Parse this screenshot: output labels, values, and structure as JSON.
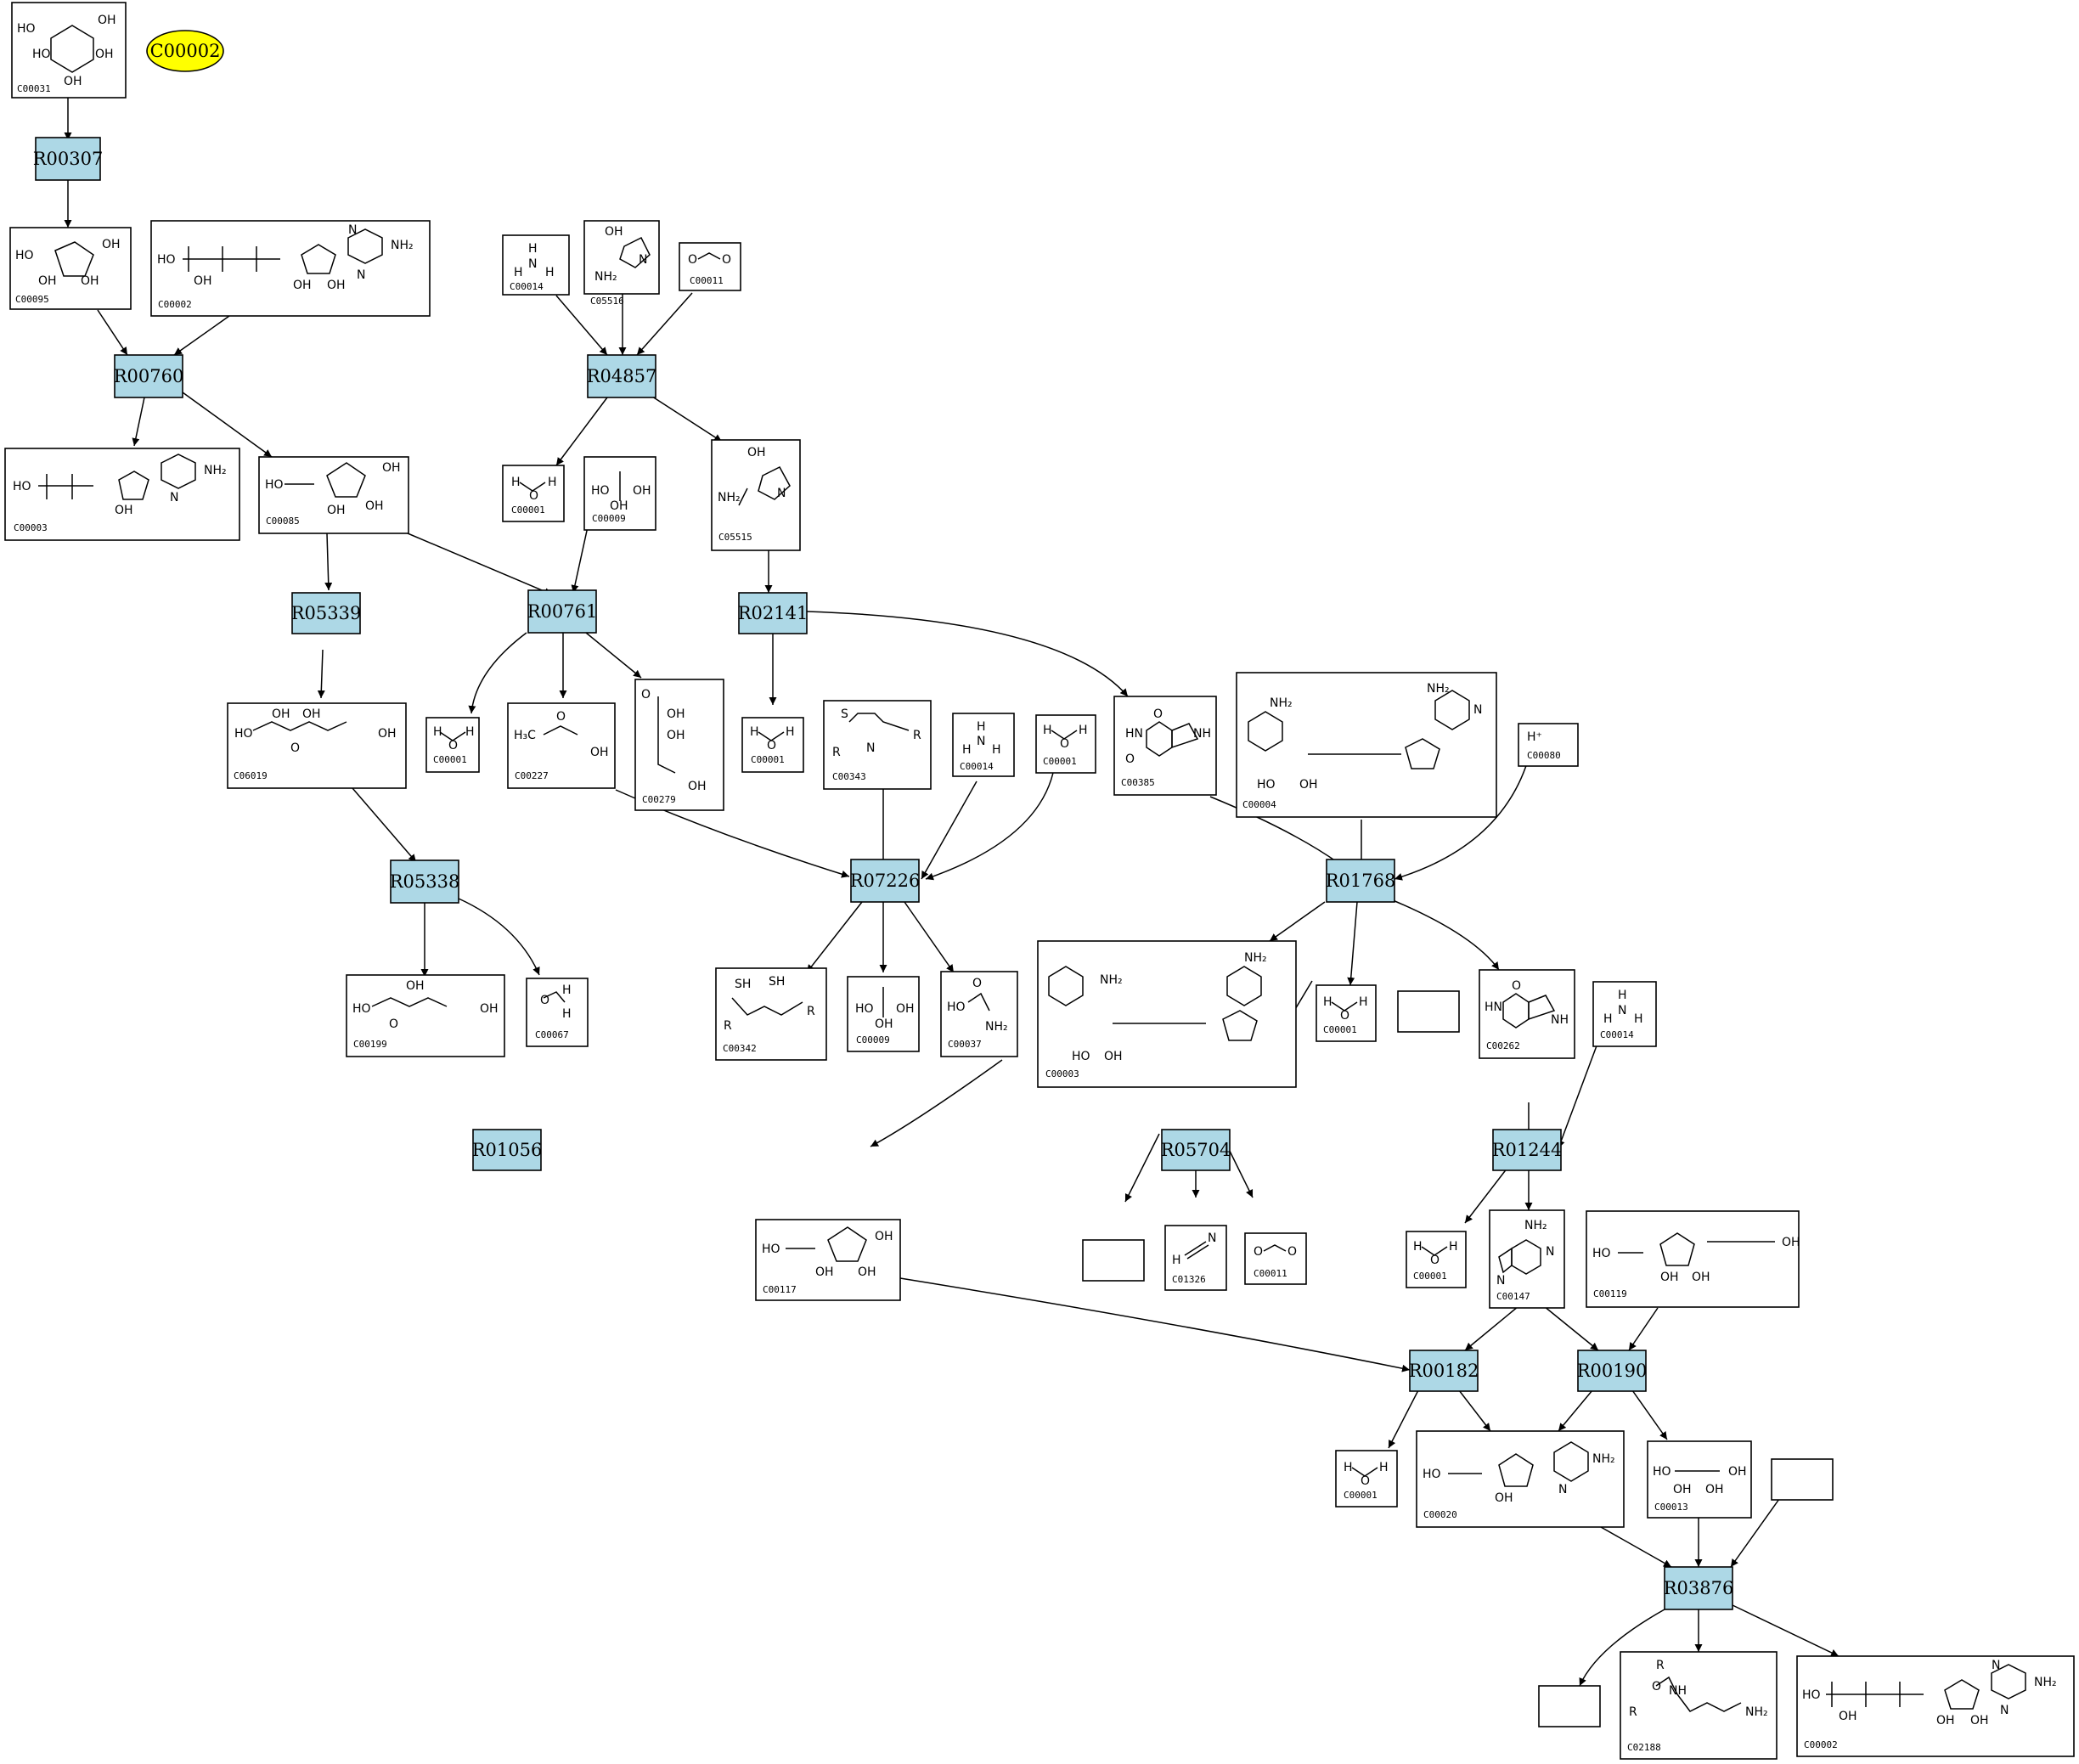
{
  "start_node": {
    "label": "C00002"
  },
  "reactions": [
    {
      "id": "R00307"
    },
    {
      "id": "R00760"
    },
    {
      "id": "R04857"
    },
    {
      "id": "R05339"
    },
    {
      "id": "R00761"
    },
    {
      "id": "R02141"
    },
    {
      "id": "R05338"
    },
    {
      "id": "R07226"
    },
    {
      "id": "R01768"
    },
    {
      "id": "R01056"
    },
    {
      "id": "R05704"
    },
    {
      "id": "R01244"
    },
    {
      "id": "R00182"
    },
    {
      "id": "R00190"
    },
    {
      "id": "R03876"
    }
  ],
  "compounds": [
    {
      "id": "C00031",
      "atoms": [
        "HO",
        "OH",
        "HO",
        "OH",
        "OH"
      ]
    },
    {
      "id": "C00095",
      "atoms": [
        "HO",
        "OH",
        "OH",
        "OH"
      ]
    },
    {
      "id": "C00002",
      "atoms": [
        "HO",
        "OH",
        "OH",
        "OH",
        "NH₂",
        "N",
        "N"
      ]
    },
    {
      "id": "C00014",
      "atoms": [
        "H",
        "N",
        "H",
        "H"
      ]
    },
    {
      "id": "C05516",
      "atoms": [
        "OH",
        "NH₂",
        "N"
      ]
    },
    {
      "id": "C00011",
      "atoms": [
        "O",
        "O"
      ]
    },
    {
      "id": "C00003",
      "atoms": [
        "HO",
        "OH",
        "NH₂",
        "N"
      ]
    },
    {
      "id": "C00085",
      "atoms": [
        "HO",
        "OH",
        "OH",
        "OH"
      ]
    },
    {
      "id": "C00001",
      "atoms": [
        "H",
        "O",
        "H"
      ]
    },
    {
      "id": "C00009",
      "atoms": [
        "HO",
        "OH",
        "OH"
      ]
    },
    {
      "id": "C05515",
      "atoms": [
        "OH",
        "NH₂",
        "N"
      ]
    },
    {
      "id": "C06019",
      "atoms": [
        "HO",
        "OH",
        "OH",
        "O",
        "OH"
      ]
    },
    {
      "id": "C00227",
      "atoms": [
        "H₃C",
        "O",
        "OH"
      ]
    },
    {
      "id": "C00279",
      "atoms": [
        "O",
        "OH",
        "OH",
        "OH"
      ]
    },
    {
      "id": "C00343",
      "atoms": [
        "S",
        "R",
        "N",
        "R"
      ]
    },
    {
      "id": "C00385",
      "atoms": [
        "O",
        "HN",
        "NH",
        "O"
      ]
    },
    {
      "id": "C00004",
      "atoms": [
        "NH₂",
        "NH₂",
        "N",
        "HO",
        "OH"
      ]
    },
    {
      "id": "C00080",
      "atoms": [
        "H⁺"
      ]
    },
    {
      "id": "C00199",
      "atoms": [
        "HO",
        "OH",
        "O",
        "OH"
      ]
    },
    {
      "id": "C00067",
      "atoms": [
        "O",
        "H",
        "H"
      ]
    },
    {
      "id": "C00342",
      "atoms": [
        "SH",
        "SH",
        "R",
        "R"
      ]
    },
    {
      "id": "C00037",
      "atoms": [
        "HO",
        "O",
        "NH₂"
      ]
    },
    {
      "id": "C00262",
      "atoms": [
        "O",
        "HN",
        "NH"
      ]
    },
    {
      "id": "C00117",
      "atoms": [
        "HO",
        "OH",
        "OH",
        "OH"
      ]
    },
    {
      "id": "C01326",
      "atoms": [
        "H",
        "N"
      ]
    },
    {
      "id": "C00147",
      "atoms": [
        "NH₂",
        "N",
        "N"
      ]
    },
    {
      "id": "C00119",
      "atoms": [
        "HO",
        "OH",
        "OH",
        "OH"
      ]
    },
    {
      "id": "C00020",
      "atoms": [
        "HO",
        "OH",
        "NH₂",
        "N"
      ]
    },
    {
      "id": "C00013",
      "atoms": [
        "HO",
        "OH",
        "OH",
        "OH"
      ]
    },
    {
      "id": "C02188",
      "atoms": [
        "R",
        "NH",
        "O",
        "R",
        "NH₂"
      ]
    }
  ]
}
